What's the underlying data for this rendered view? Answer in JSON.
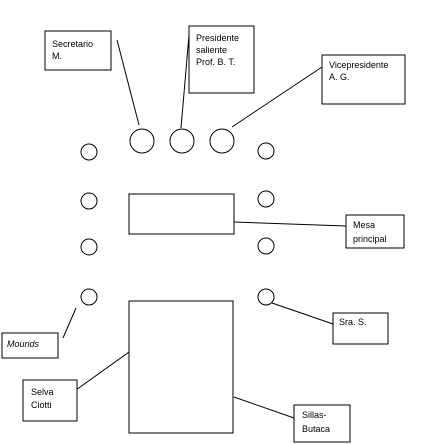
{
  "labels": {
    "secretario": [
      "Secretario",
      "M."
    ],
    "presidente": [
      "Presidente",
      "saliente",
      "Prof. B. T."
    ],
    "vicepresidente": [
      "Vicepresidente",
      "A. G."
    ],
    "mesa": [
      "Mesa",
      "principal"
    ],
    "sra": [
      "Sra. S."
    ],
    "mourids": [
      "Mourids"
    ],
    "selva": [
      "Selva",
      "Ciotti"
    ],
    "sillas": [
      "Sillas-",
      "Butaca"
    ]
  }
}
